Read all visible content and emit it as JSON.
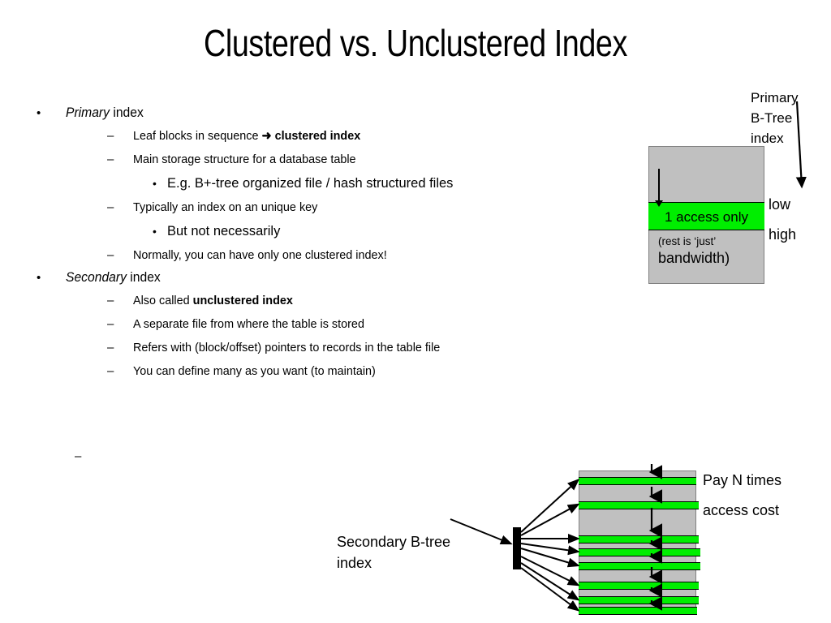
{
  "slide": {
    "title": "Clustered vs. Unclustered Index"
  },
  "bullets": [
    {
      "level": 1,
      "marker": "•",
      "lead_italic": "Primary",
      "text": " index"
    },
    {
      "level": 2,
      "marker": "–",
      "text_before": "Leaf blocks in sequence ",
      "arrow": "➜",
      "text_bold": " clustered index"
    },
    {
      "level": 2,
      "marker": "–",
      "text": "Main storage structure for a database table"
    },
    {
      "level": 3,
      "marker": "•",
      "text": "E.g. B+-tree organized file / hash structured files"
    },
    {
      "level": 2,
      "marker": "–",
      "text": "Typically an index on an unique key"
    },
    {
      "level": 3,
      "marker": "•",
      "text": "But not necessarily"
    },
    {
      "level": 2,
      "marker": "–",
      "text": "Normally, you can have only one clustered index!"
    },
    {
      "level": 1,
      "marker": "•",
      "lead_italic": "Secondary",
      "text": " index"
    },
    {
      "level": 2,
      "marker": "–",
      "text_before": "Also called ",
      "text_bold": "unclustered index"
    },
    {
      "level": 2,
      "marker": "–",
      "text": "A separate file from where the table is stored"
    },
    {
      "level": 2,
      "marker": "–",
      "text": "Refers with (block/offset) pointers to records in the table file"
    },
    {
      "level": 2,
      "marker": "–",
      "text": "You can define many as you want (to maintain)"
    }
  ],
  "bullet_text": {
    "b0_lead": "Primary",
    "b0_rest": " index",
    "b1_before": "Leaf blocks in sequence ",
    "b1_arrow": "➜",
    "b1_bold": " clustered index",
    "b2": "Main storage structure for a database table",
    "b3": "E.g. B+-tree organized file / hash structured files",
    "b4": "Typically an index on an unique key",
    "b5": "But not necessarily",
    "b6": "Normally, you can have only one clustered index!",
    "b7_lead": "Secondary",
    "b7_rest": " index",
    "b8_before": "Also called ",
    "b8_bold": "unclustered index",
    "b9": "A separate file from where the table is stored",
    "b10": "Refers with (block/offset) pointers to records in the table file",
    "b11": "You can define many as you want (to maintain)",
    "empty_dash": "–",
    "marker_dot": "•",
    "marker_dash": "–"
  },
  "primary_diagram": {
    "label": "Primary\nB-Tree\nindex",
    "green_band_text": "1 access only",
    "rest_text": "(rest is ‘just’",
    "bandwidth_text": "bandwidth)",
    "low_label": "low",
    "high_label": "high",
    "colors": {
      "block": "#c0c0c0",
      "highlight": "#00ee00",
      "outline": "#808080",
      "arrow": "#000000"
    }
  },
  "secondary_diagram": {
    "label": "Secondary B-tree\nindex",
    "cost_line1": "Pay N times",
    "cost_line2": "access cost",
    "colors": {
      "block": "#c0c0c0",
      "highlight": "#00ee00",
      "index_bar": "#000000"
    },
    "green_band_count": 8,
    "fan_arrow_count": 8
  }
}
